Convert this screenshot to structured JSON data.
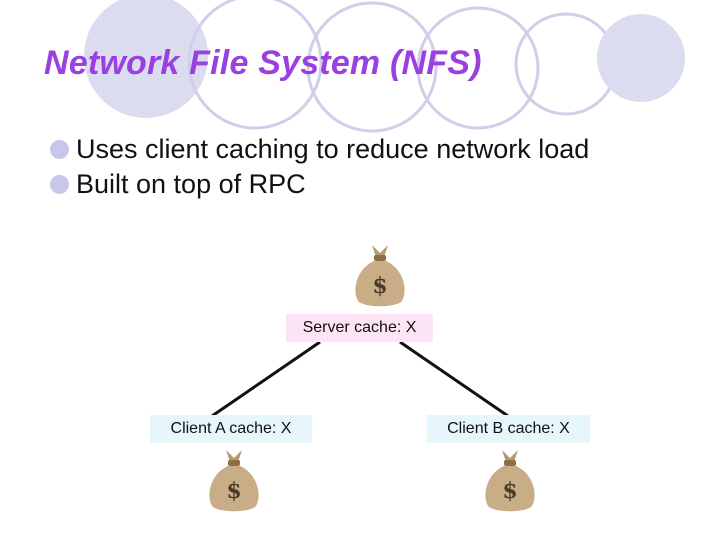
{
  "slide": {
    "title": "Network File System (NFS)",
    "bullets": [
      {
        "text": "Uses client caching to reduce network load"
      },
      {
        "text": "Built on top of RPC"
      }
    ]
  },
  "diagram": {
    "server_label": "Server cache:  X",
    "client_a_label": "Client A cache: X",
    "client_b_label": "Client B cache: X",
    "bag_symbol": "$"
  },
  "colors": {
    "title": "#9a3fe0",
    "circle_outline": "#cfcfea",
    "bullet_dot": "#c7c7ea",
    "server_box_fill": "#fce4f4",
    "client_box_fill": "#e6f6fb",
    "bag_fill": "#c9ad86"
  }
}
